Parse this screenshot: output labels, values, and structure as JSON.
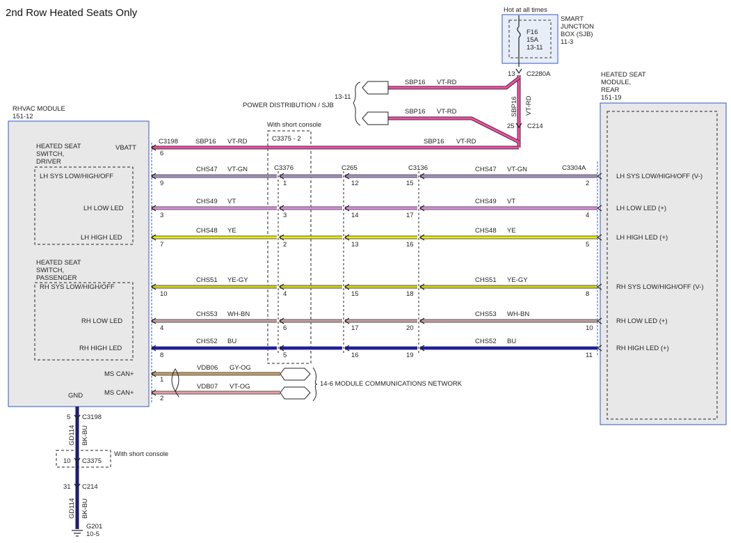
{
  "title": "2nd Row Heated Seats Only",
  "hot_label": "Hot at all times",
  "fuse": {
    "name": "F16",
    "rating": "15A",
    "ref": "13-11"
  },
  "sjb": {
    "name_lines": [
      "SMART",
      "JUNCTION",
      "BOX (SJB)",
      "11-3"
    ]
  },
  "top_connectors": {
    "c2280a": {
      "pin": "13",
      "name": "C2280A"
    },
    "c214": {
      "pin": "25",
      "name": "C214"
    },
    "vertical_circuit": "SBP16",
    "vertical_color": "VT-RD"
  },
  "power_distribution": {
    "ref": "13-11",
    "label": "POWER DISTRIBUTION / SJB",
    "wire1_circuit": "SBP16",
    "wire1_color": "VT-RD",
    "wire2_circuit": "SBP16",
    "wire2_color": "VT-RD"
  },
  "rhvac": {
    "title_lines": [
      "RHVAC MODULE",
      "151-12"
    ],
    "driver_group_lines": [
      "HEATED SEAT",
      "SWITCH,",
      "DRIVER"
    ],
    "passenger_group_lines": [
      "HEATED SEAT",
      "SWITCH,",
      "PASSENGER"
    ],
    "vbatt": "VBATT",
    "ms_can_plus_1": "MS CAN+",
    "ms_can_plus_2": "MS CAN+",
    "gnd": "GND"
  },
  "rear_module": {
    "title_lines": [
      "HEATED SEAT",
      "MODULE,",
      "REAR",
      "151-19"
    ]
  },
  "short_console_top": "With short console",
  "short_console_bottom": "With short console",
  "connectors": {
    "c3198": "C3198",
    "c3375": "C3375 - 2",
    "c3376": "C3376",
    "c265": "C265",
    "c3136": "C3136",
    "c3304a": "C3304A"
  },
  "vbatt_wire": {
    "pin": "6",
    "circuit_left": "SBP16",
    "color_left": "VT-RD",
    "circuit_right": "SBP16",
    "color_right": "VT-RD"
  },
  "signal_wires": [
    {
      "circuit": "CHS47",
      "color": "VT-GN",
      "left_label": "LH SYS LOW/HIGH/OFF",
      "right_label": "LH SYS LOW/HIGH/OFF (V-)",
      "pins": [
        "9",
        "1",
        "12",
        "15",
        "2"
      ],
      "hex": "#a990c8"
    },
    {
      "circuit": "CHS49",
      "color": "VT",
      "left_label": "LH LOW LED",
      "right_label": "LH LOW LED (+)",
      "pins": [
        "3",
        "3",
        "14",
        "17",
        "4"
      ],
      "hex": "#e58ae6"
    },
    {
      "circuit": "CHS48",
      "color": "YE",
      "left_label": "LH HIGH LED",
      "right_label": "LH HIGH LED (+)",
      "pins": [
        "7",
        "2",
        "13",
        "16",
        "5"
      ],
      "hex": "#eeee00"
    },
    {
      "circuit": "CHS51",
      "color": "YE-GY",
      "left_label": "RH SYS LOW/HIGH/OFF",
      "right_label": "RH SYS LOW/HIGH/OFF (V-)",
      "pins": [
        "10",
        "4",
        "15",
        "18",
        "8"
      ],
      "hex": "#d4d414"
    },
    {
      "circuit": "CHS53",
      "color": "WH-BN",
      "left_label": "RH LOW LED",
      "right_label": "RH LOW LED (+)",
      "pins": [
        "4",
        "6",
        "17",
        "20",
        "10"
      ],
      "hex": "#c9a0a0"
    },
    {
      "circuit": "CHS52",
      "color": "BU",
      "left_label": "RH HIGH LED",
      "right_label": "RH HIGH LED (+)",
      "pins": [
        "8",
        "5",
        "16",
        "19",
        "11"
      ],
      "hex": "#1010cc"
    }
  ],
  "can_wires": [
    {
      "pin": "1",
      "circuit": "VDB06",
      "color": "GY-OG",
      "hex": "#c8a060"
    },
    {
      "pin": "2",
      "circuit": "VDB07",
      "color": "VT-OG",
      "hex": "#e8a0a0"
    }
  ],
  "module_comm": "14-6  MODULE COMMUNICATIONS NETWORK",
  "ground": {
    "c3198_pin": "5",
    "c3198": "C3198",
    "circuit": "GD114",
    "color": "BK-BU",
    "c3375_pin": "10",
    "c3375": "C3375",
    "c214_pin": "31",
    "c214": "C214",
    "circuit2": "GD114",
    "color2": "BK-BU",
    "g201": "G201",
    "g201_ref": "10-5"
  }
}
